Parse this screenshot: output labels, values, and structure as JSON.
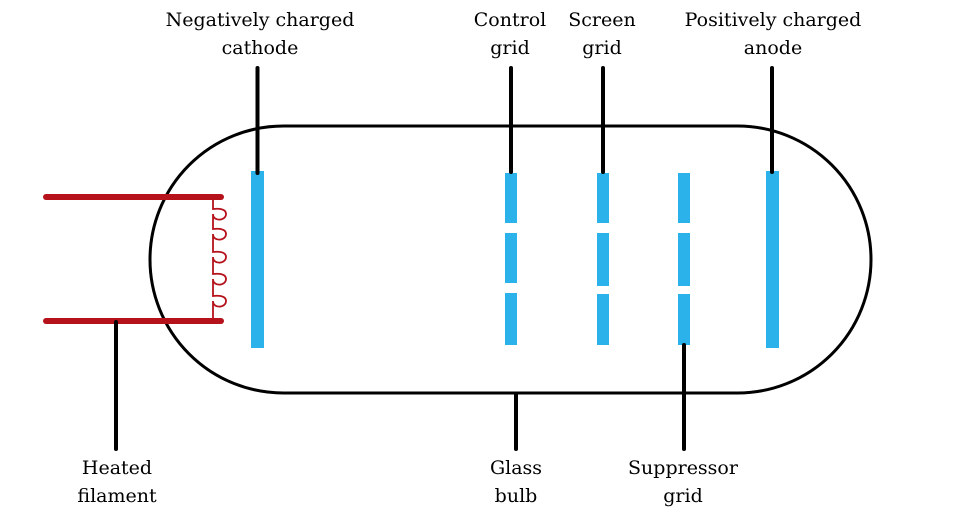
{
  "colors": {
    "electrode": "#2cb2ea",
    "filament": "#b5121b",
    "outline": "#000000",
    "background": "#ffffff"
  },
  "labels": {
    "cathode": {
      "line1": "Negatively charged",
      "line2": "cathode"
    },
    "control_grid": {
      "line1": "Control",
      "line2": "grid"
    },
    "screen_grid": {
      "line1": "Screen",
      "line2": "grid"
    },
    "anode": {
      "line1": "Positively charged",
      "line2": "anode"
    },
    "filament": {
      "line1": "Heated",
      "line2": "filament"
    },
    "glass_bulb": {
      "line1": "Glass",
      "line2": "bulb"
    },
    "suppressor_grid": {
      "line1": "Suppressor",
      "line2": "grid"
    }
  }
}
